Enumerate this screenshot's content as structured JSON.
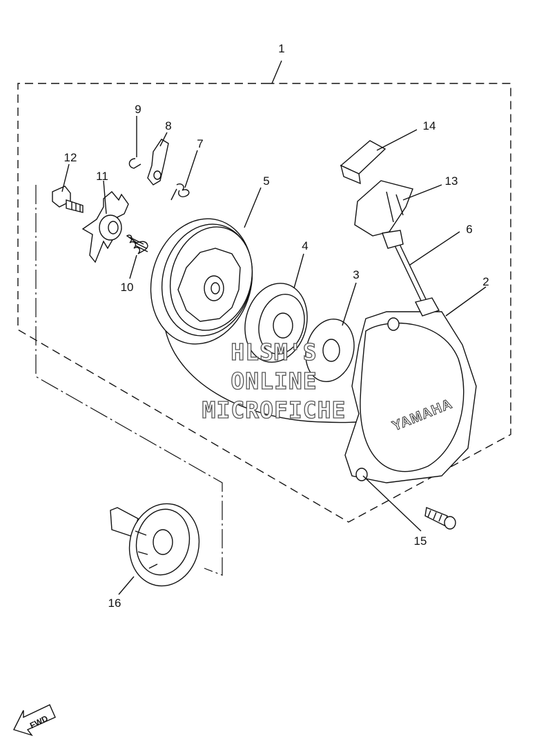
{
  "diagram": {
    "callouts": [
      {
        "id": "1",
        "text": "1"
      },
      {
        "id": "2",
        "text": "2"
      },
      {
        "id": "3",
        "text": "3"
      },
      {
        "id": "4",
        "text": "4"
      },
      {
        "id": "5",
        "text": "5"
      },
      {
        "id": "6",
        "text": "6"
      },
      {
        "id": "7",
        "text": "7"
      },
      {
        "id": "8",
        "text": "8"
      },
      {
        "id": "9",
        "text": "9"
      },
      {
        "id": "10",
        "text": "10"
      },
      {
        "id": "11",
        "text": "11"
      },
      {
        "id": "12",
        "text": "12"
      },
      {
        "id": "13",
        "text": "13"
      },
      {
        "id": "14",
        "text": "14"
      },
      {
        "id": "15",
        "text": "15"
      },
      {
        "id": "16",
        "text": "16"
      }
    ],
    "cover_brand": "YAMAHA",
    "direction_marker": "FWD"
  },
  "watermark": {
    "line1": "HLSM'S",
    "line2": "ONLINE",
    "line3": "MICROFICHE"
  }
}
